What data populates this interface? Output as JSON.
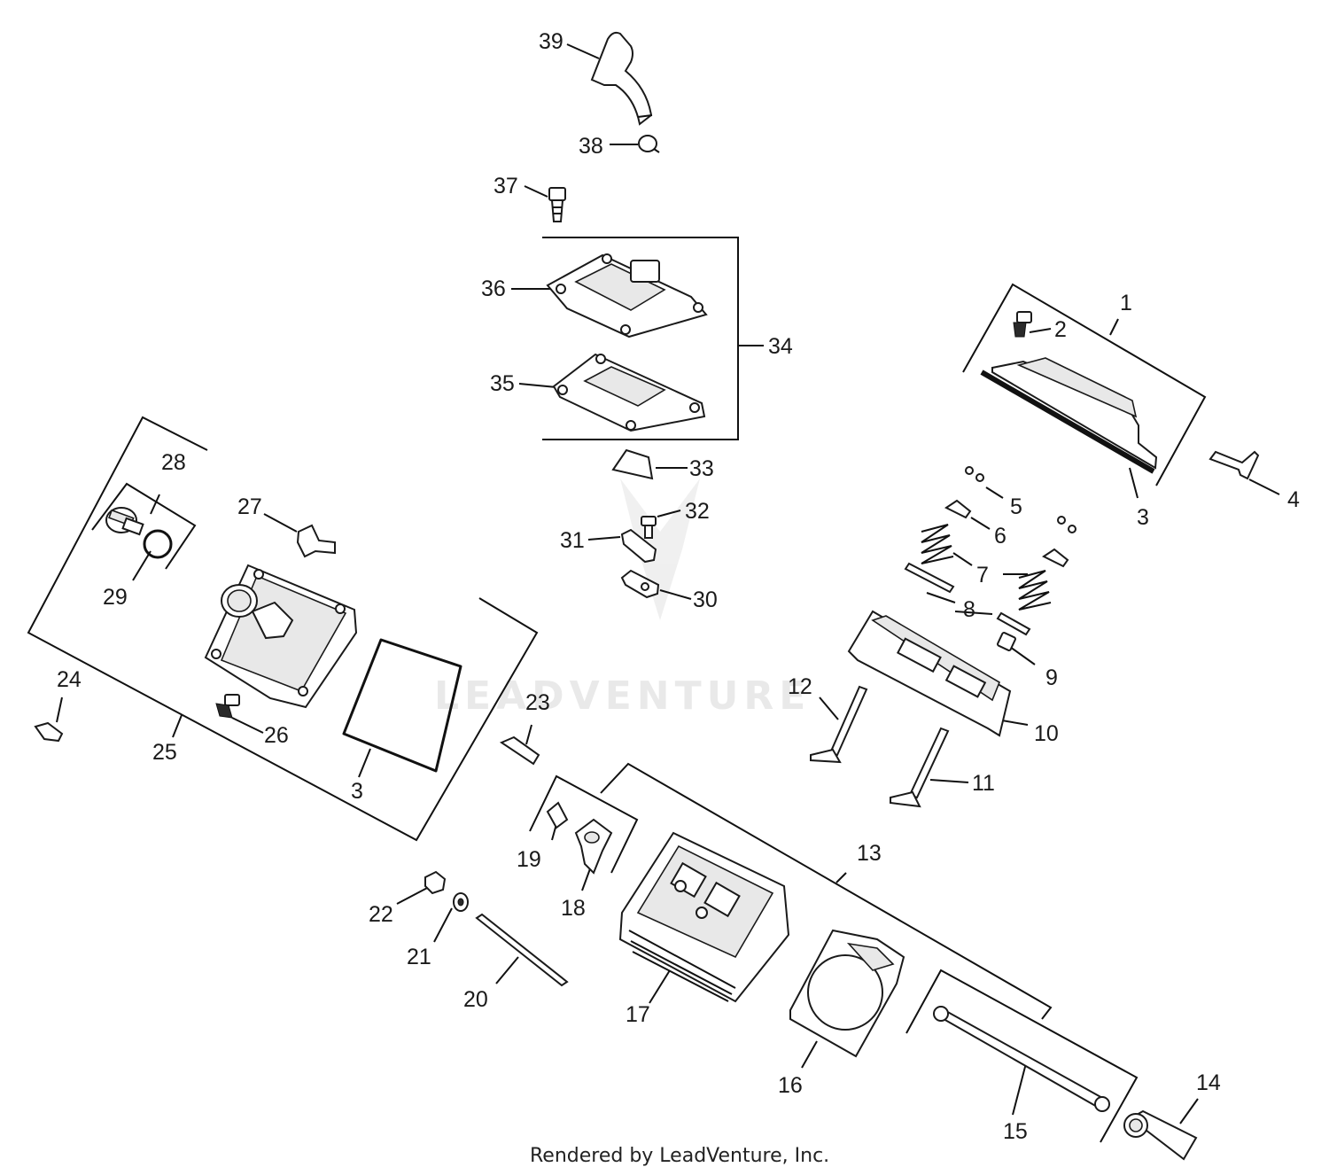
{
  "watermark": "LEADVENTURE",
  "footer": "Rendered by LeadVenture, Inc.",
  "callouts": {
    "c1": "1",
    "c2": "2",
    "c3a": "3",
    "c3b": "3",
    "c4": "4",
    "c5": "5",
    "c6": "6",
    "c7": "7",
    "c8": "8",
    "c9": "9",
    "c10": "10",
    "c11": "11",
    "c12": "12",
    "c13": "13",
    "c14": "14",
    "c15": "15",
    "c16": "16",
    "c17": "17",
    "c18": "18",
    "c19": "19",
    "c20": "20",
    "c21": "21",
    "c22": "22",
    "c23": "23",
    "c24": "24",
    "c25": "25",
    "c26": "26",
    "c27": "27",
    "c28": "28",
    "c29": "29",
    "c30": "30",
    "c31": "31",
    "c32": "32",
    "c33": "33",
    "c34": "34",
    "c35": "35",
    "c36": "36",
    "c37": "37",
    "c38": "38",
    "c39": "39"
  }
}
